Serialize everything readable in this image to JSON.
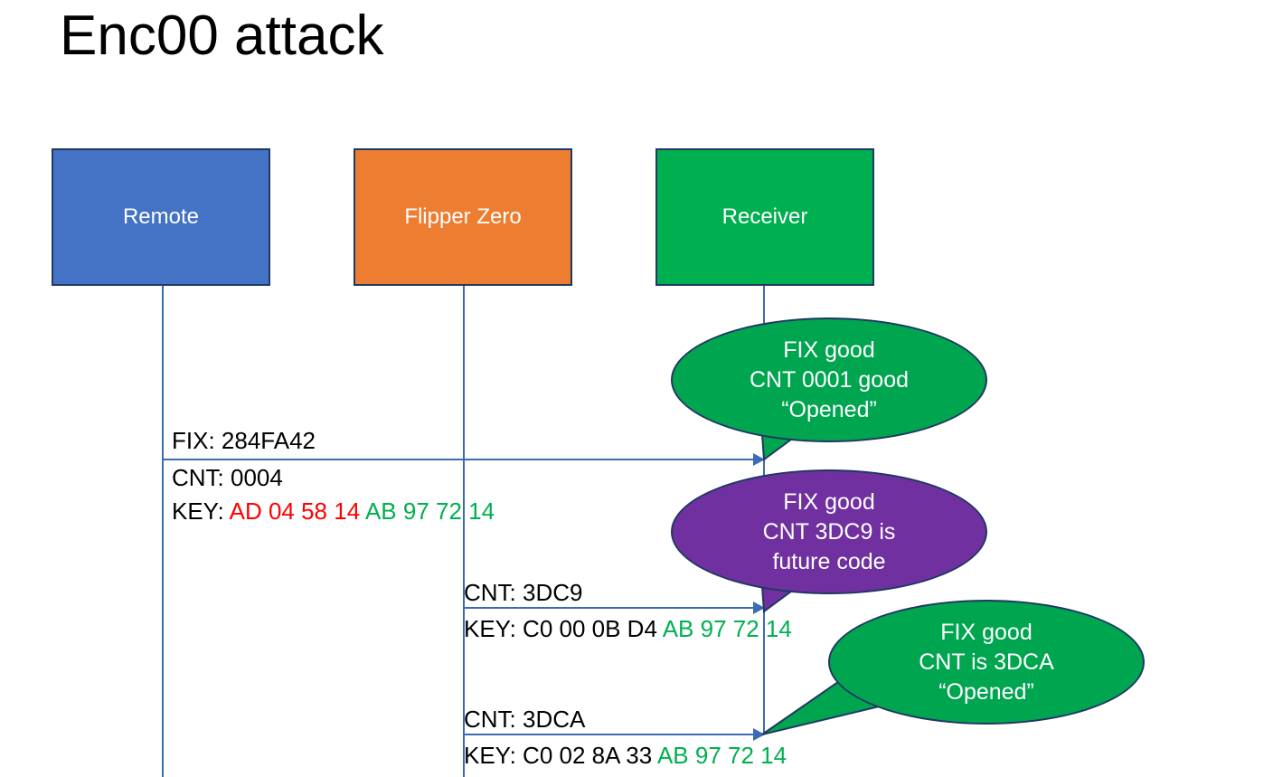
{
  "slide": {
    "title": "Enc00 attack",
    "background": "#FFFFFF"
  },
  "colors": {
    "remote": "#4472C4",
    "flipper": "#ED7D31",
    "receiver": "#00B050",
    "bubble_green": "#00A550",
    "bubble_purple": "#7030A0",
    "line": "#3B6BB5",
    "border": "#1F3864",
    "hex_red": "#FF0000",
    "hex_green": "#00B050",
    "text": "#000000"
  },
  "actors": [
    {
      "name": "remote",
      "label": "Remote"
    },
    {
      "name": "flipper",
      "label": "Flipper Zero"
    },
    {
      "name": "receiver",
      "label": "Receiver"
    }
  ],
  "messages": [
    {
      "name": "remote-to-receiver",
      "line1": "FIX: 284FA42",
      "line2": "CNT: 0004",
      "key_label": "KEY: ",
      "key_red": "AD 04 58 14",
      "key_green": "AB 97 72 14"
    },
    {
      "name": "flipper-replay-future",
      "line1": "CNT: 3DC9",
      "key_label": "KEY: ",
      "key_black": "C0 00 0B D4",
      "key_green": "AB 97 72 14"
    },
    {
      "name": "flipper-replay-next",
      "line1": "CNT: 3DCA",
      "key_label": "KEY: ",
      "key_black": "C0 02 8A 33",
      "key_green": "AB 97 72 14"
    }
  ],
  "bubbles": [
    {
      "name": "receiver-response-1",
      "color": "#00A550",
      "lines": [
        "FIX good",
        "CNT 0001 good",
        "“Opened”"
      ]
    },
    {
      "name": "receiver-response-2",
      "color": "#7030A0",
      "lines": [
        "FIX good",
        "CNT 3DC9 is",
        "future code"
      ]
    },
    {
      "name": "receiver-response-3",
      "color": "#00A550",
      "lines": [
        "FIX good",
        "CNT is 3DCA",
        "“Opened”"
      ]
    }
  ]
}
